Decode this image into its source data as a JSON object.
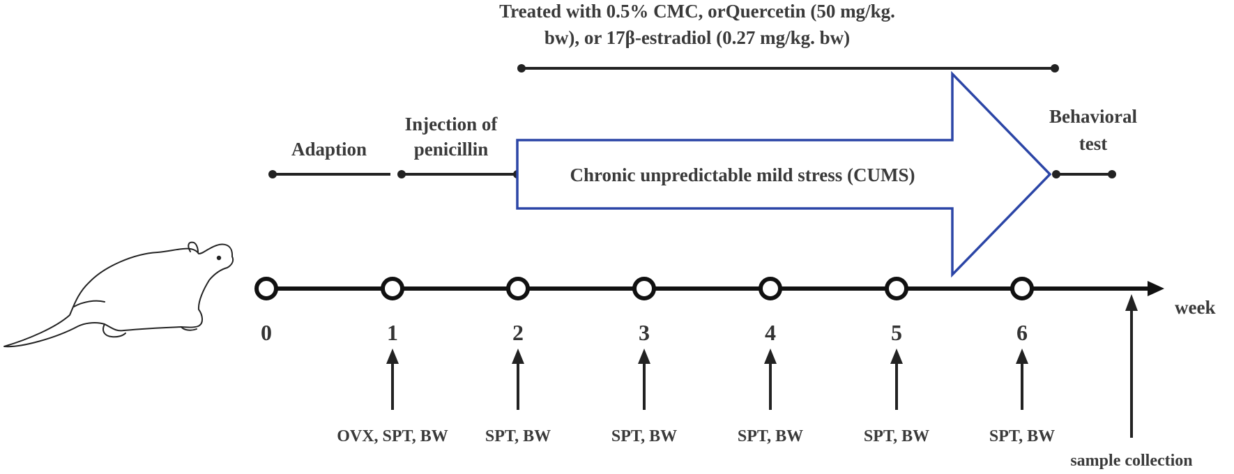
{
  "treatment": {
    "line1": "Treated with 0.5% CMC, orQuercetin  (50 mg/kg.",
    "line2": "bw), or 17β-estradiol (0.27 mg/kg. bw)"
  },
  "phases": {
    "adaption": "Adaption",
    "injection_line1": "Injection of",
    "injection_line2": "penicillin",
    "cums": "Chronic unpredictable mild stress (CUMS)",
    "behavioral_line1": "Behavioral",
    "behavioral_line2": "test"
  },
  "timeline": {
    "unit": "week",
    "weeks": [
      "0",
      "1",
      "2",
      "3",
      "4",
      "5",
      "6"
    ]
  },
  "measurements": [
    "OVX, SPT, BW",
    "SPT, BW",
    "SPT, BW",
    "SPT, BW",
    "SPT, BW",
    "SPT, BW"
  ],
  "final_event": "sample collection",
  "colors": {
    "line": "#222222",
    "arrow_outline": "#2b45a6",
    "text": "#3a3a3a"
  },
  "icons": {
    "animal": "rat-icon"
  }
}
